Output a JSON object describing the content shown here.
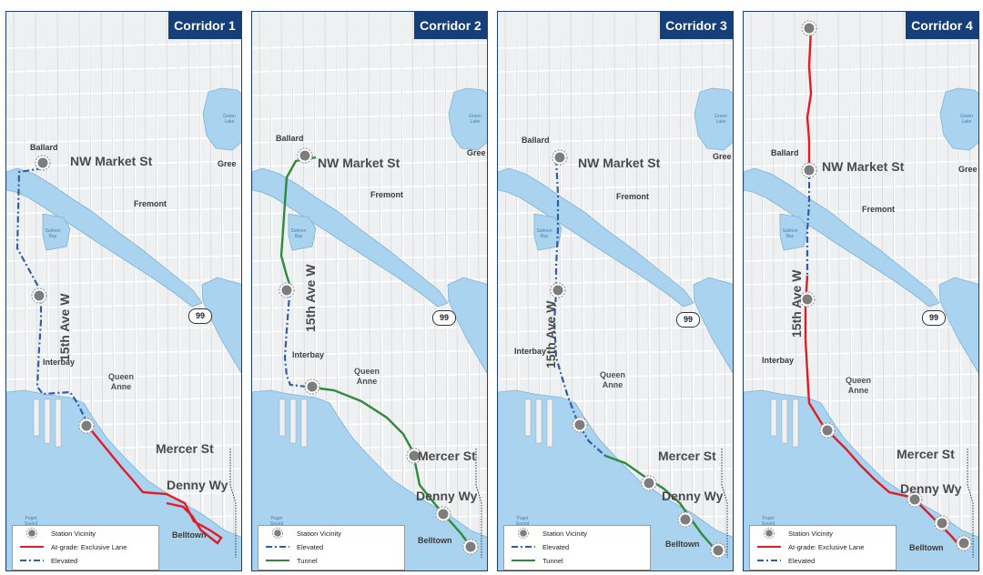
{
  "panels": [
    {
      "title": "Corridor 1",
      "labels": {
        "ballard": "Ballard",
        "nw_market": "NW Market St",
        "fremont": "Fremont",
        "green": "Gree",
        "ave15": "15th Ave W",
        "interbay": "Interbay",
        "queen_anne": "Queen Anne",
        "mercer": "Mercer St",
        "denny": "Denny Wy",
        "belltown": "Belltown",
        "hw99": "99"
      },
      "legend": [
        "Station Vicinity",
        "At-grade: Exclusive Lane",
        "Elevated"
      ],
      "route_styles": [
        "red",
        "elevated"
      ]
    },
    {
      "title": "Corridor 2",
      "labels": {
        "ballard": "Ballard",
        "nw_market": "NW Market St",
        "fremont": "Fremont",
        "green": "Gree",
        "ave15": "15th Ave W",
        "interbay": "Interbay",
        "queen_anne": "Queen Anne",
        "mercer": "Mercer St",
        "denny": "Denny Wy",
        "belltown": "Belltown",
        "hw99": "99"
      },
      "legend": [
        "Station Vicinity",
        "Elevated",
        "Tunnel"
      ],
      "route_styles": [
        "elevated",
        "tunnel"
      ]
    },
    {
      "title": "Corridor 3",
      "labels": {
        "ballard": "Ballard",
        "nw_market": "NW Market St",
        "fremont": "Fremont",
        "green": "Gree",
        "ave15": "15th Ave W",
        "interbay": "Interbay",
        "queen_anne": "Queen Anne",
        "mercer": "Mercer St",
        "denny": "Denny Wy",
        "belltown": "Belltown",
        "hw99": "99"
      },
      "legend": [
        "Station Vicinity",
        "Elevated",
        "Tunnel"
      ],
      "route_styles": [
        "elevated",
        "tunnel"
      ]
    },
    {
      "title": "Corridor 4",
      "labels": {
        "ballard": "Ballard",
        "nw_market": "NW Market St",
        "fremont": "Fremont",
        "green": "Gree",
        "ave15": "15th Ave W",
        "interbay": "Interbay",
        "queen_anne": "Queen Anne",
        "mercer": "Mercer St",
        "denny": "Denny Wy",
        "belltown": "Belltown",
        "hw99": "99"
      },
      "legend": [
        "Station Vicinity",
        "At-grade: Exclusive Lane",
        "Elevated"
      ],
      "route_styles": [
        "red",
        "elevated"
      ]
    }
  ],
  "water_labels": {
    "puget_sound": "Puget Sound",
    "salmon_bay": "Salmon Bay",
    "green_lake": "Green Lake"
  },
  "colors": {
    "badge": "#143f7a",
    "water": "#a9d3ef",
    "land": "#eef0f2",
    "street": "#ffffff",
    "at_grade": "#e31b23",
    "elevated": "#2f5da8",
    "tunnel": "#2e8b3a",
    "station": "#7d7d7d"
  }
}
